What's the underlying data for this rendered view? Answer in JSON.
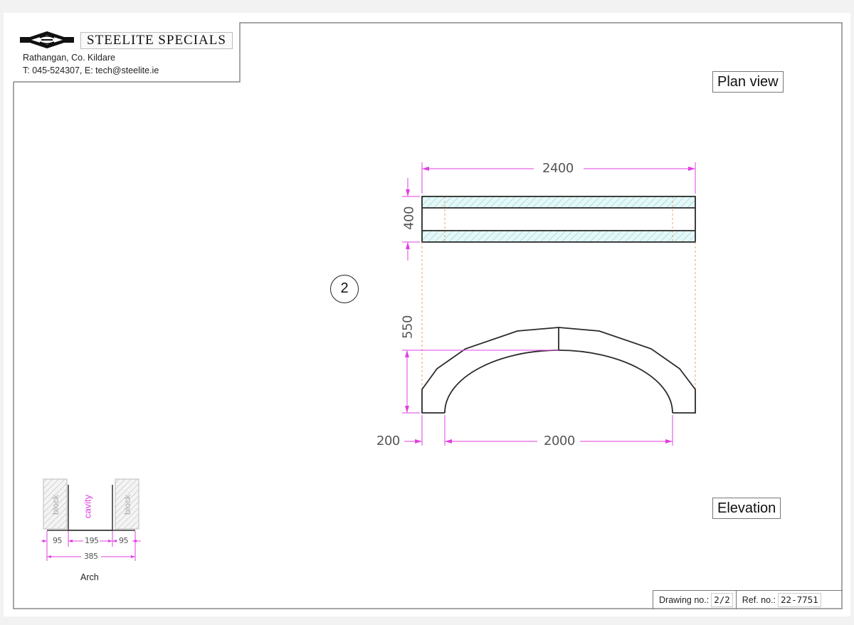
{
  "header": {
    "company_name": "STEELITE SPECIALS",
    "address": "Rathangan, Co. Kildare",
    "contact": "T: 045-524307, E: tech@steelite.ie",
    "logo_icon": "steelite-diamond-logo-icon"
  },
  "views": {
    "plan_label": "Plan view",
    "elevation_label": "Elevation"
  },
  "callout": {
    "item_number": "2"
  },
  "dimensions": {
    "plan_length": "2400",
    "plan_width": "400",
    "rise": "550",
    "arch_thickness": "200",
    "span": "2000"
  },
  "section_detail": {
    "left_label": "block",
    "middle_label": "cavity",
    "right_label": "block",
    "dim_left": "95",
    "dim_middle": "195",
    "dim_right": "95",
    "dim_total": "385",
    "caption": "Arch"
  },
  "title_block": {
    "drawing_no_label": "Drawing no.:",
    "drawing_no_value": "2/2",
    "ref_no_label": "Ref. no.:",
    "ref_no_value": "22-7751"
  },
  "colors": {
    "dimension": "#e040e0",
    "outline": "#2a2a2a",
    "hatch": "#7fd6d6",
    "hatch_fill": "#e6f7f7",
    "centerline": "#f0a060",
    "border": "#777777"
  }
}
